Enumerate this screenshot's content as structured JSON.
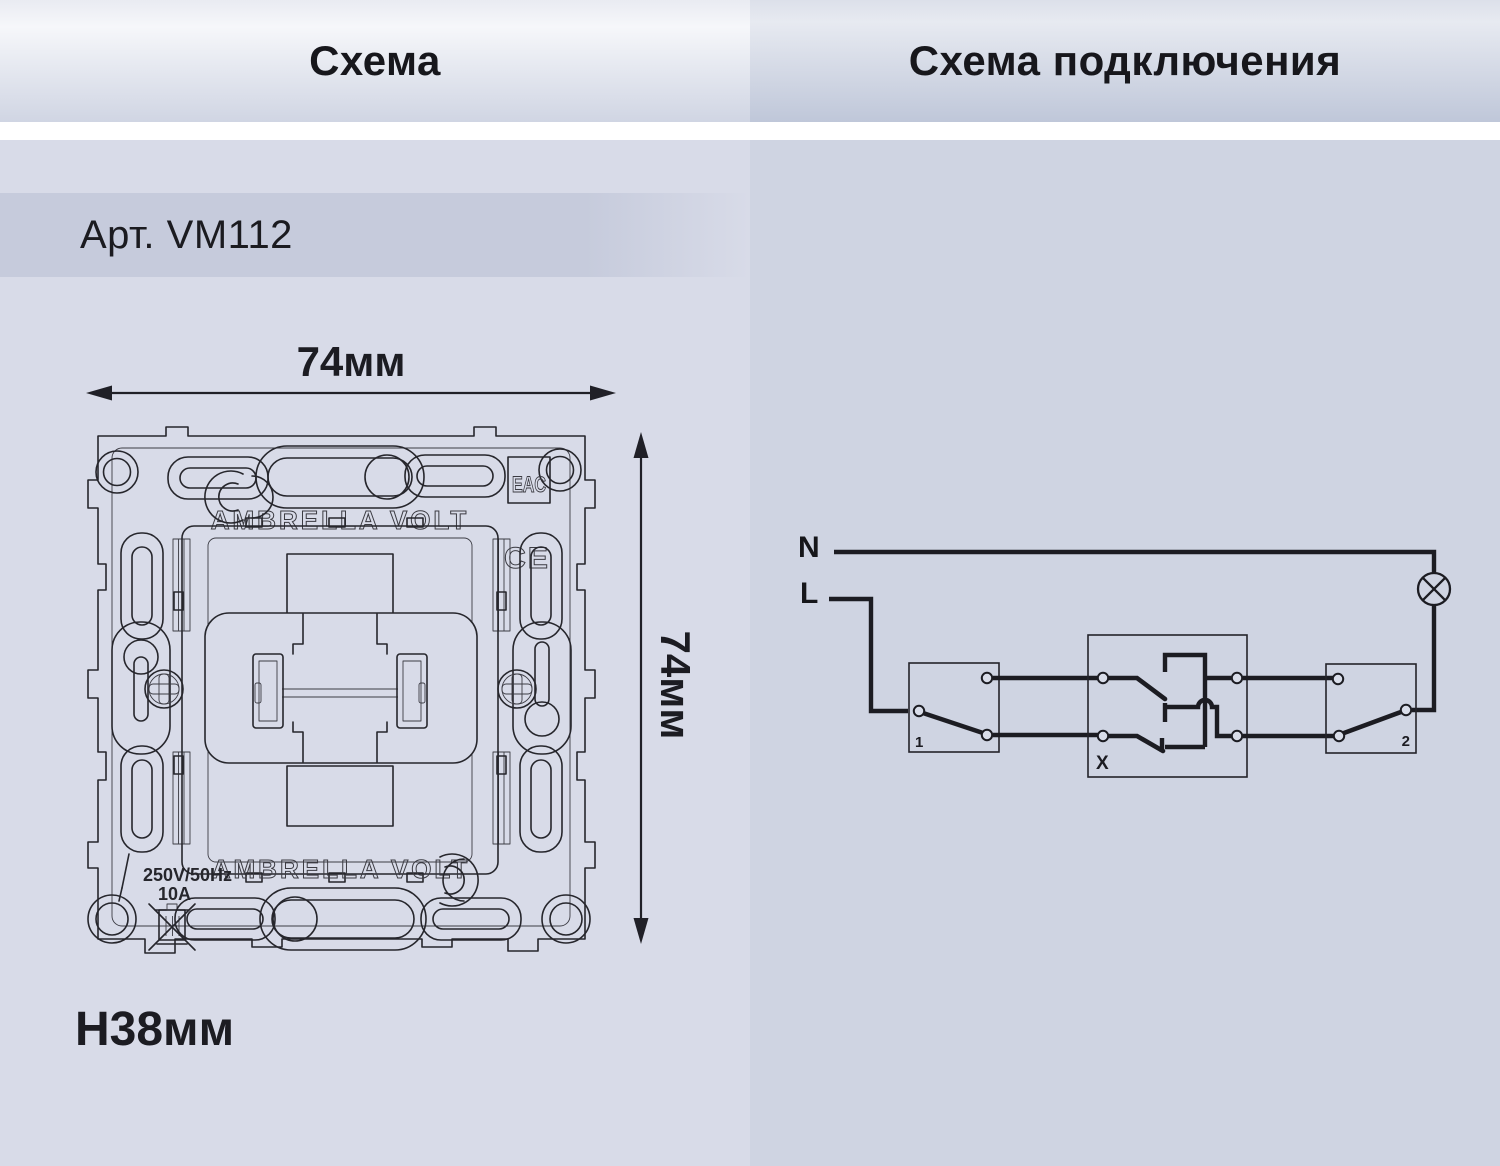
{
  "header": {
    "left_title": "Схема",
    "right_title": "Схема подключения"
  },
  "left_panel": {
    "article": "Арт. VM112",
    "dim_width": "74мм",
    "dim_height": "74мм",
    "dim_depth": "H38мм",
    "drawing": {
      "brand_top": "AMBRELLA VOLT",
      "brand_bottom": "AMBRELLA VOLT",
      "rating_voltage": "250V/50Hz",
      "rating_current": "10A",
      "cert_eac": "EAC",
      "cert_ce": "CE"
    }
  },
  "right_panel": {
    "diagram": {
      "label_n": "N",
      "label_l": "L",
      "label_switch1": "1",
      "label_switch_x": "X",
      "label_switch2": "2"
    }
  },
  "colors": {
    "left_background": "#d8dbe8",
    "right_background": "#cfd4e2",
    "article_band": "#c6cbdc",
    "ink": "#26262c",
    "wire": "#1c1c22",
    "white_gap": "#ffffff"
  }
}
